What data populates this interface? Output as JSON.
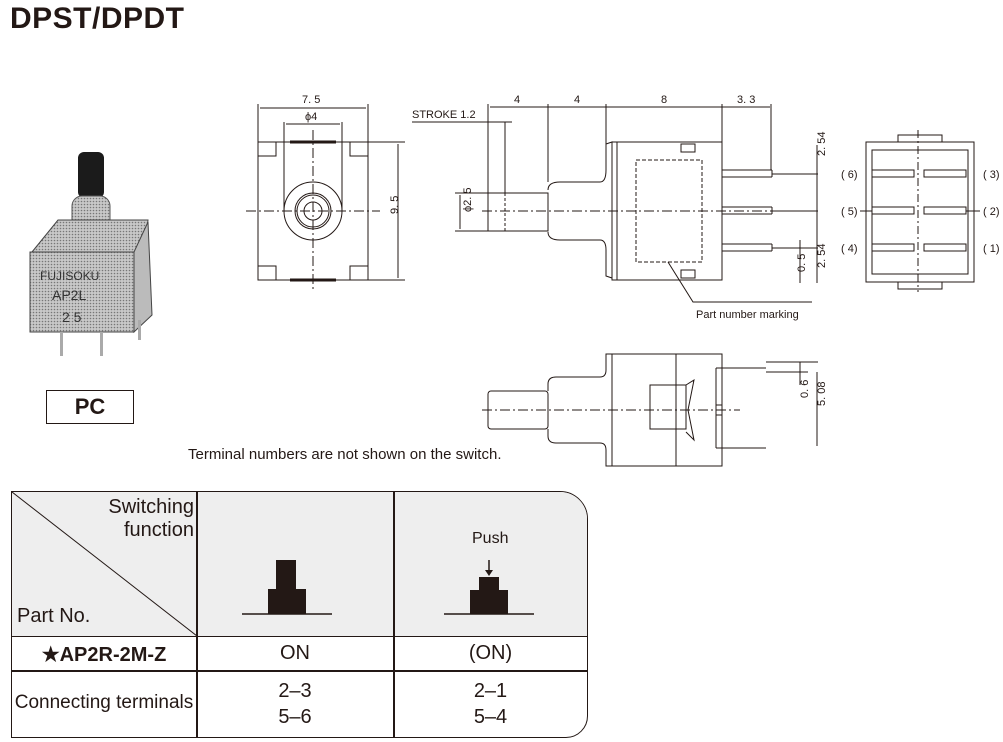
{
  "title": "DPST/DPDT",
  "photo": {
    "alt": "Push switch product photo",
    "printed_text": [
      "FUJISOKU",
      "AP2L",
      "2 5"
    ]
  },
  "mount_badge": "PC",
  "drawings": {
    "front_view": {
      "width_dim": "7. 5",
      "bushing_dim": "ϕ4",
      "height_dim": "9. 5"
    },
    "side_view": {
      "stroke_label": "STROKE 1.2",
      "dims_top": [
        "4",
        "4",
        "8",
        "3. 3"
      ],
      "shaft_dim": "ϕ2. 5",
      "pitch_upper": "2. 54",
      "pitch_lower": "2. 54",
      "offset": "0. 5",
      "marking_label": "Part number marking"
    },
    "terminal_view": {
      "left_labels": [
        "( 6)",
        "( 5)",
        "( 4)"
      ],
      "right_labels": [
        "( 3)",
        "( 2)",
        "( 1)"
      ]
    },
    "bottom_view": {
      "dim_small": "0. 6",
      "dim_span": "5. 08"
    }
  },
  "note": "Terminal numbers are not shown on the switch.",
  "table": {
    "header_top": [
      "Switching",
      "function"
    ],
    "header_bottom": "Part No.",
    "push_label": "Push",
    "rows": [
      {
        "label": "★AP2R-2M-Z",
        "col1": "ON",
        "col2": "(ON)"
      },
      {
        "label": "Connecting terminals",
        "col1": [
          "2–3",
          "5–6"
        ],
        "col2": [
          "2–1",
          "5–4"
        ]
      }
    ]
  }
}
